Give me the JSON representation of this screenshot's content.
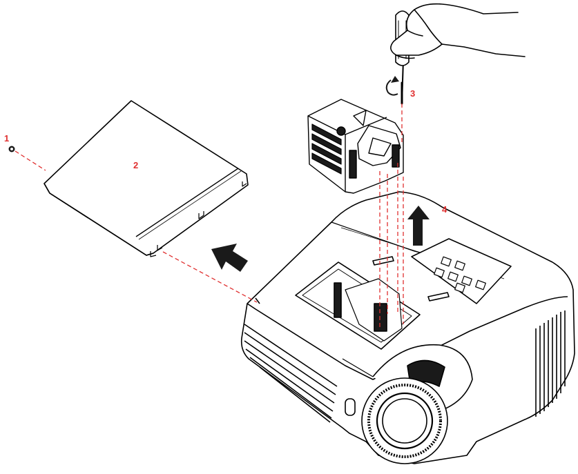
{
  "steps": [
    {
      "label": "1"
    },
    {
      "label": "2"
    },
    {
      "label": "3"
    },
    {
      "label": "4"
    }
  ],
  "colors": {
    "line": "#000000",
    "guide": "#e03030",
    "label": "#e03030",
    "fill": "#ffffff",
    "dark": "#1a1a1a"
  }
}
